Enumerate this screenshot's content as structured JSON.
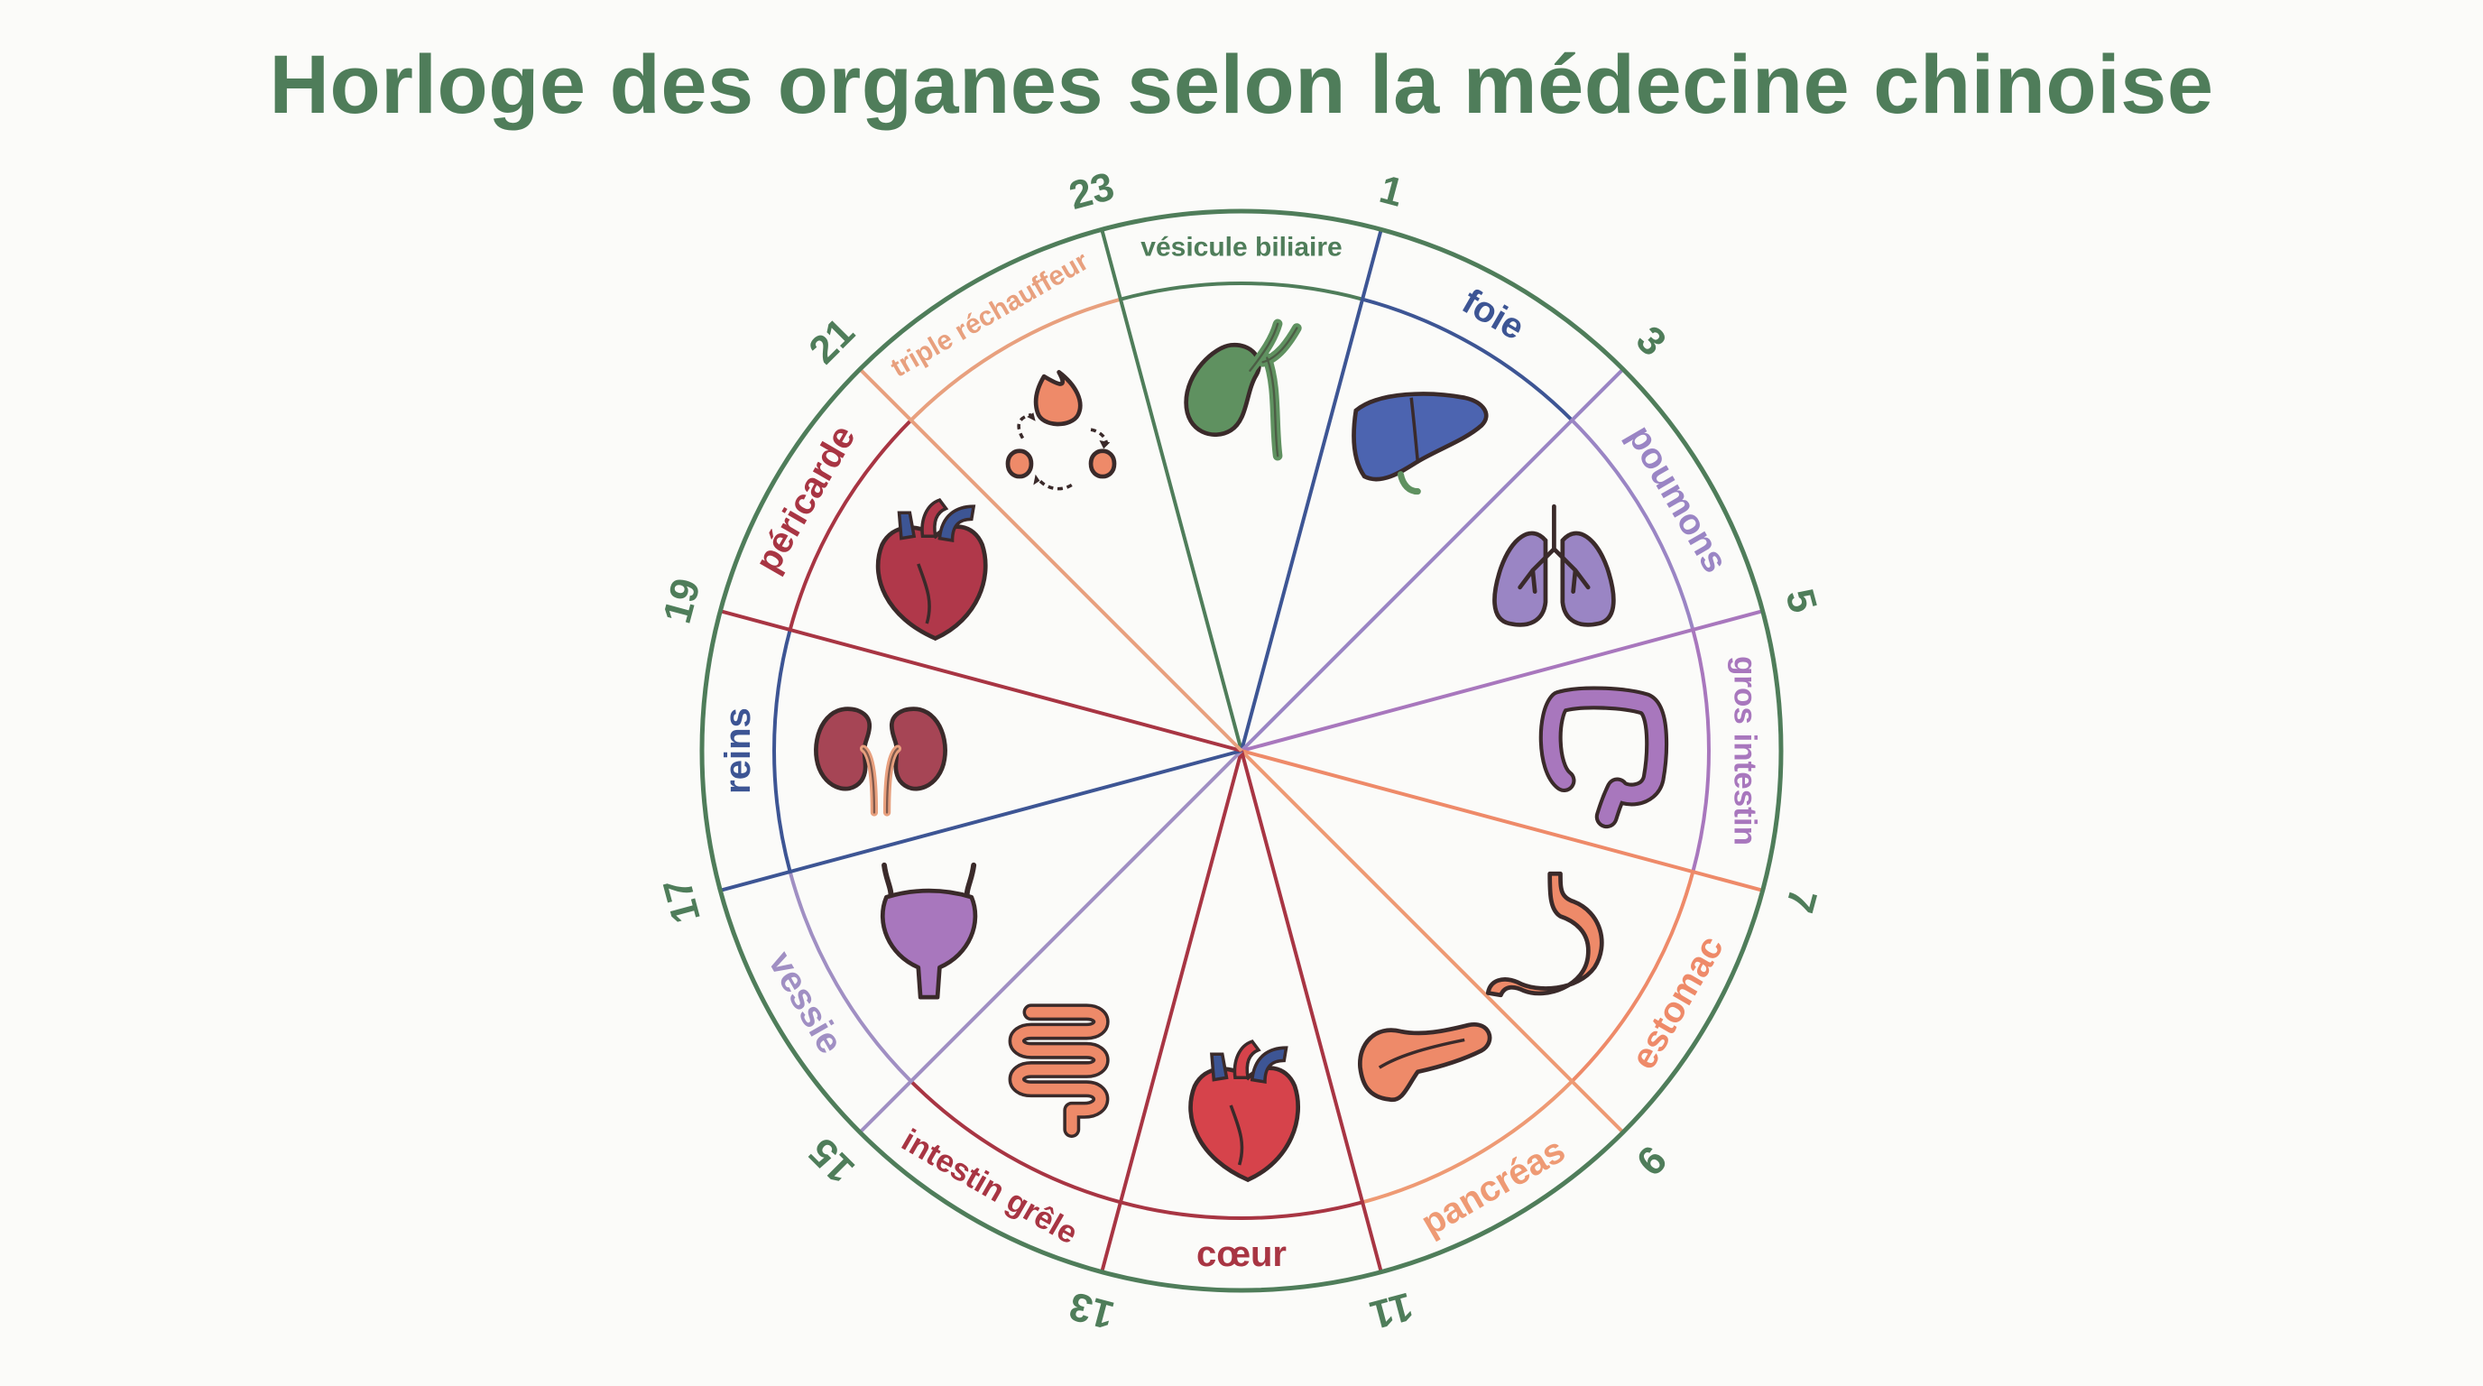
{
  "title": "Horloge des organes selon la médecine chinoise",
  "colors": {
    "frame": "#4f7d5a",
    "background": "#fbfbf9"
  },
  "hour_labels": [
    "1",
    "3",
    "5",
    "7",
    "9",
    "11",
    "13",
    "15",
    "17",
    "19",
    "21",
    "23"
  ],
  "segments": [
    {
      "organ": "vésicule biliaire",
      "icon": "gallbladder-icon",
      "color": "#4f7d5a"
    },
    {
      "organ": "foie",
      "icon": "liver-icon",
      "color": "#3d5594"
    },
    {
      "organ": "poumons",
      "icon": "lungs-icon",
      "color": "#9a85c4"
    },
    {
      "organ": "gros intestin",
      "icon": "large-intestine-icon",
      "color": "#a877bd"
    },
    {
      "organ": "estomac",
      "icon": "stomach-icon",
      "color": "#ee8a69"
    },
    {
      "organ": "pancréas",
      "icon": "pancreas-icon",
      "color": "#ee9a74"
    },
    {
      "organ": "cœur",
      "icon": "heart-icon",
      "color": "#a83543"
    },
    {
      "organ": "intestin grêle",
      "icon": "small-intestine-icon",
      "color": "#a83543"
    },
    {
      "organ": "vessie",
      "icon": "bladder-icon",
      "color": "#a08fc3"
    },
    {
      "organ": "reins",
      "icon": "kidneys-icon",
      "color": "#3d5594"
    },
    {
      "organ": "péricarde",
      "icon": "pericardium-heart-icon",
      "color": "#a83543"
    },
    {
      "organ": "triple réchauffeur",
      "icon": "triple-burner-icon",
      "color": "#e8a07e"
    }
  ]
}
